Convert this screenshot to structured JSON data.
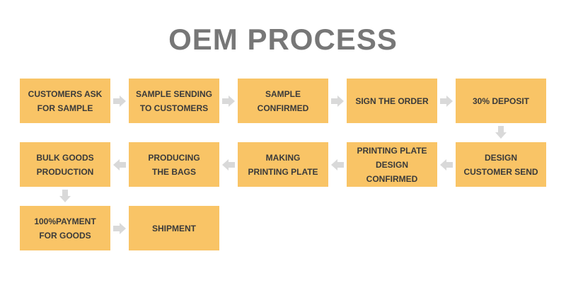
{
  "title": "OEM PROCESS",
  "colors": {
    "box": "#f9c466",
    "arrow": "#d9d9d9",
    "title": "#777777",
    "text": "#3a3a3a"
  },
  "steps": [
    {
      "label": "CUSTOMERS ASK\nFOR SAMPLE"
    },
    {
      "label": "SAMPLE SENDING\nTO CUSTOMERS"
    },
    {
      "label": "SAMPLE\nCONFIRMED"
    },
    {
      "label": "SIGN THE ORDER"
    },
    {
      "label": "30% DEPOSIT"
    },
    {
      "label": "DESIGN\nCUSTOMER SEND"
    },
    {
      "label": "PRINTING PLATE\nDESIGN CONFIRMED"
    },
    {
      "label": "MAKING\nPRINTING PLATE"
    },
    {
      "label": "PRODUCING\nTHE BAGS"
    },
    {
      "label": "BULK GOODS\nPRODUCTION"
    },
    {
      "label": "100%PAYMENT\nFOR GOODS"
    },
    {
      "label": "SHIPMENT"
    }
  ]
}
